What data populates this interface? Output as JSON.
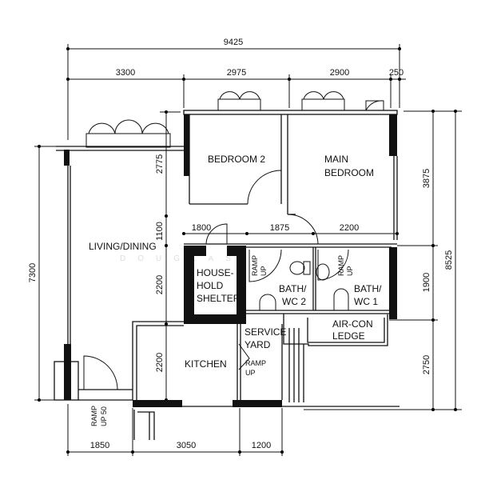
{
  "plan": {
    "top_dims": {
      "overall": "9425",
      "segments": [
        "3300",
        "2975",
        "2900",
        "250"
      ]
    },
    "left_dims": {
      "overall": "7300",
      "segments": [
        "2775",
        "1100",
        "2200",
        "2200"
      ]
    },
    "right_dims": {
      "overall": "8525",
      "segments": [
        "3875",
        "1900",
        "2750"
      ]
    },
    "middle_dims": [
      "1800",
      "1875",
      "2200"
    ],
    "bottom_dims": [
      "1850",
      "3050",
      "1200"
    ],
    "rooms": {
      "bedroom2": "BEDROOM  2",
      "main_bedroom_1": "MAIN",
      "main_bedroom_2": "BEDROOM",
      "living": "LIVING/DINING",
      "shelter_1": "HOUSE-",
      "shelter_2": "HOLD",
      "shelter_3": "SHELTER",
      "bath2_1": "BATH/",
      "bath2_2": "WC  2",
      "bath1_1": "BATH/",
      "bath1_2": "WC  1",
      "aircon_1": "AIR-CON",
      "aircon_2": "LEDGE",
      "service_1": "SERVICE",
      "service_2": "YARD",
      "kitchen": "KITCHEN"
    },
    "ramps": {
      "bath2": [
        "RAMP",
        "UP"
      ],
      "bath1": [
        "RAMP",
        "UP"
      ],
      "yard": [
        "RAMP",
        "UP"
      ],
      "entrance": [
        "RAMP",
        "UP 50"
      ]
    },
    "watermark": "DOUGLAS"
  }
}
